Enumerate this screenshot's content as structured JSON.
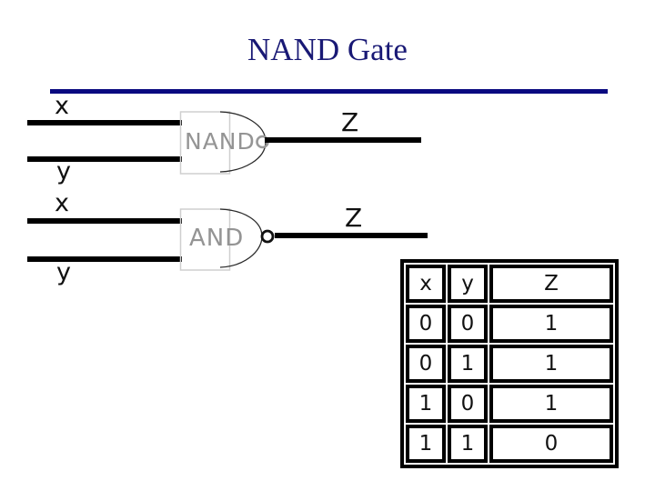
{
  "slide": {
    "title": "NAND Gate"
  },
  "colors": {
    "title_navy": "#191975",
    "rule_navy": "#0a0a80",
    "wire_black": "#000000",
    "gate_outline_gray": "#cfcfcf",
    "gate_text_gray": "#949494",
    "nand_bubble_gray": "#999999",
    "and_bubble_black": "#111111"
  },
  "gates": [
    {
      "name": "nand-gate",
      "label": "NAND",
      "inputs": [
        "x",
        "y"
      ],
      "output": "Z"
    },
    {
      "name": "and-gate-with-inverter-bubble",
      "label": "AND",
      "inputs": [
        "x",
        "y"
      ],
      "output": "Z"
    }
  ],
  "truth_table": {
    "headers": [
      "x",
      "y",
      "Z"
    ],
    "rows": [
      [
        "0",
        "0",
        "1"
      ],
      [
        "0",
        "1",
        "1"
      ],
      [
        "1",
        "0",
        "1"
      ],
      [
        "1",
        "1",
        "0"
      ]
    ]
  }
}
